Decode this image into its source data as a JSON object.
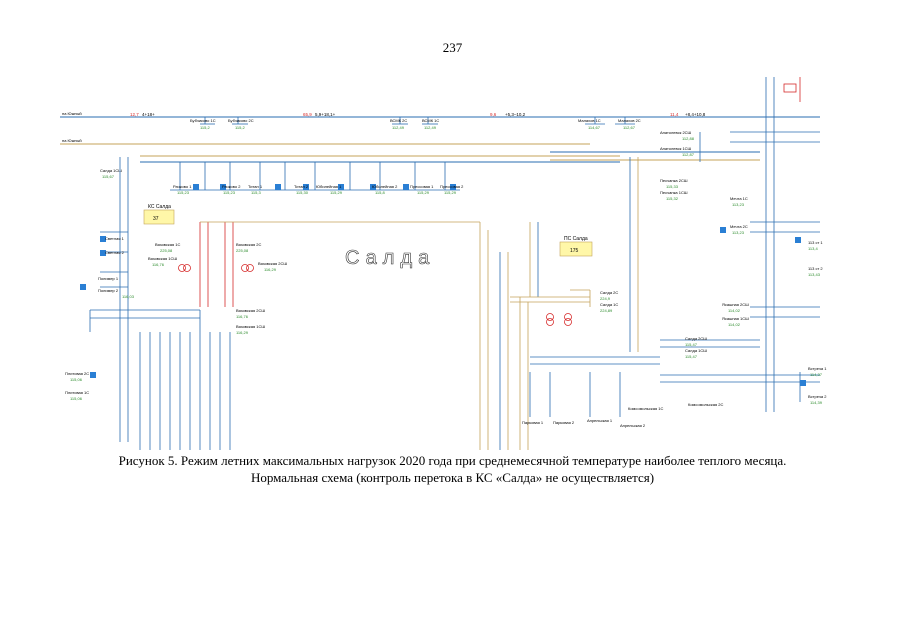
{
  "page_number": "237",
  "caption": {
    "line1": "Рисунок 5. Режим летних максимальных нагрузок 2020 года при среднемесячной температуре наиболее теплого месяца.",
    "line2": "Нормальная схема (контроль перетока в КС «Салда» не осуществляется)"
  },
  "diagram": {
    "title": "Салда",
    "colors": {
      "line": "#2a6db0",
      "line2": "#c4a35a",
      "red": "#d62a2a",
      "orange": "#e8a23a",
      "green": "#2a8a2a",
      "node": "#2a7fd4",
      "ks_fill": "#fff7a8"
    },
    "flow_labels": {
      "n1": "12,7",
      "n2": "4+18+",
      "n3": "65,9",
      "n4": "5,9+18,1+",
      "n5": "9,6",
      "n6": "+5,3–10,2",
      "n7": "11,4",
      "n8": "+8,4+10,8"
    },
    "left_lines": {
      "l1": "на Южный",
      "l2": "на Южный"
    },
    "ks_salda": {
      "label": "КС Салда",
      "value": "37"
    },
    "ps_salda": {
      "label": "ПС Салда",
      "value": "175"
    },
    "stations": [
      {
        "name": "Бубчиково 1С",
        "v": "115,2"
      },
      {
        "name": "Бубчиково 2С",
        "v": "115,2"
      },
      {
        "name": "ВСМК 2С",
        "v": "112,49"
      },
      {
        "name": "ВСМК 1С",
        "v": "112,49"
      },
      {
        "name": "Малахов 1С",
        "v": "114,67"
      },
      {
        "name": "Малахов 2С",
        "v": "112,67"
      },
      {
        "name": "Салда 1СШ",
        "v": "115,67"
      },
      {
        "name": "Рачково 1",
        "v": "115,23"
      },
      {
        "name": "Рачково 2",
        "v": "115,23"
      },
      {
        "name": "Титан 1",
        "v": "115,3"
      },
      {
        "name": "Титан 2",
        "v": "115,30"
      },
      {
        "name": "Юбилейная 1",
        "v": "115,29"
      },
      {
        "name": "Юбилейная 2",
        "v": "115,8"
      },
      {
        "name": "Прессовая 1",
        "v": "115,29"
      },
      {
        "name": "Прессовая 2",
        "v": "115,29"
      },
      {
        "name": "Песчанка 2СШ",
        "v": "115,33"
      },
      {
        "name": "Песчанка 1СШ",
        "v": "115,32"
      },
      {
        "name": "Анатолевск 2СШ",
        "v": "112,88"
      },
      {
        "name": "Анатолевск 1СШ",
        "v": "112,87"
      },
      {
        "name": "Мечта 1С",
        "v": "113,23"
      },
      {
        "name": "Мечта 2С",
        "v": "113,23"
      },
      {
        "name": "113 ст 1",
        "v": "113,4"
      },
      {
        "name": "113 ст 2",
        "v": "113,43"
      },
      {
        "name": "Ясашная 2СШ",
        "v": "114,02"
      },
      {
        "name": "Ясашная 1СШ",
        "v": "114,02"
      },
      {
        "name": "Светлая 1",
        "v": ""
      },
      {
        "name": "Светлая 2",
        "v": ""
      },
      {
        "name": "Полимер 1",
        "v": ""
      },
      {
        "name": "Полимер 2",
        "v": "116,03"
      },
      {
        "name": "Вязовская 1С",
        "v": "225,08"
      },
      {
        "name": "Вязовская 2С",
        "v": "225,08"
      },
      {
        "name": "Вязовская 1СШ",
        "v": "116,76"
      },
      {
        "name": "Вязовская 2СШ",
        "v": "116,29"
      },
      {
        "name": "Вязовская 2СШ",
        "v": "116,76"
      },
      {
        "name": "Вязовская 1СШ",
        "v": "116,29"
      },
      {
        "name": "Салда 2С",
        "v": "224,9"
      },
      {
        "name": "Салда 1С",
        "v": "224,89"
      },
      {
        "name": "Салда 2СШ",
        "v": "115,47"
      },
      {
        "name": "Салда 1СШ",
        "v": "115,47"
      },
      {
        "name": "Плитовая 2С",
        "v": "115,06"
      },
      {
        "name": "Плитовая 1С",
        "v": "115,06"
      },
      {
        "name": "Парковая 1",
        "v": ""
      },
      {
        "name": "Парковая 2",
        "v": ""
      },
      {
        "name": "Апрельская 1",
        "v": ""
      },
      {
        "name": "Апрельская 2",
        "v": ""
      },
      {
        "name": "Комсомольская 1С",
        "v": ""
      },
      {
        "name": "Комсомольская 2С",
        "v": ""
      },
      {
        "name": "Встреча 1",
        "v": "114,37"
      },
      {
        "name": "Встреча 2",
        "v": "114,39"
      }
    ]
  }
}
